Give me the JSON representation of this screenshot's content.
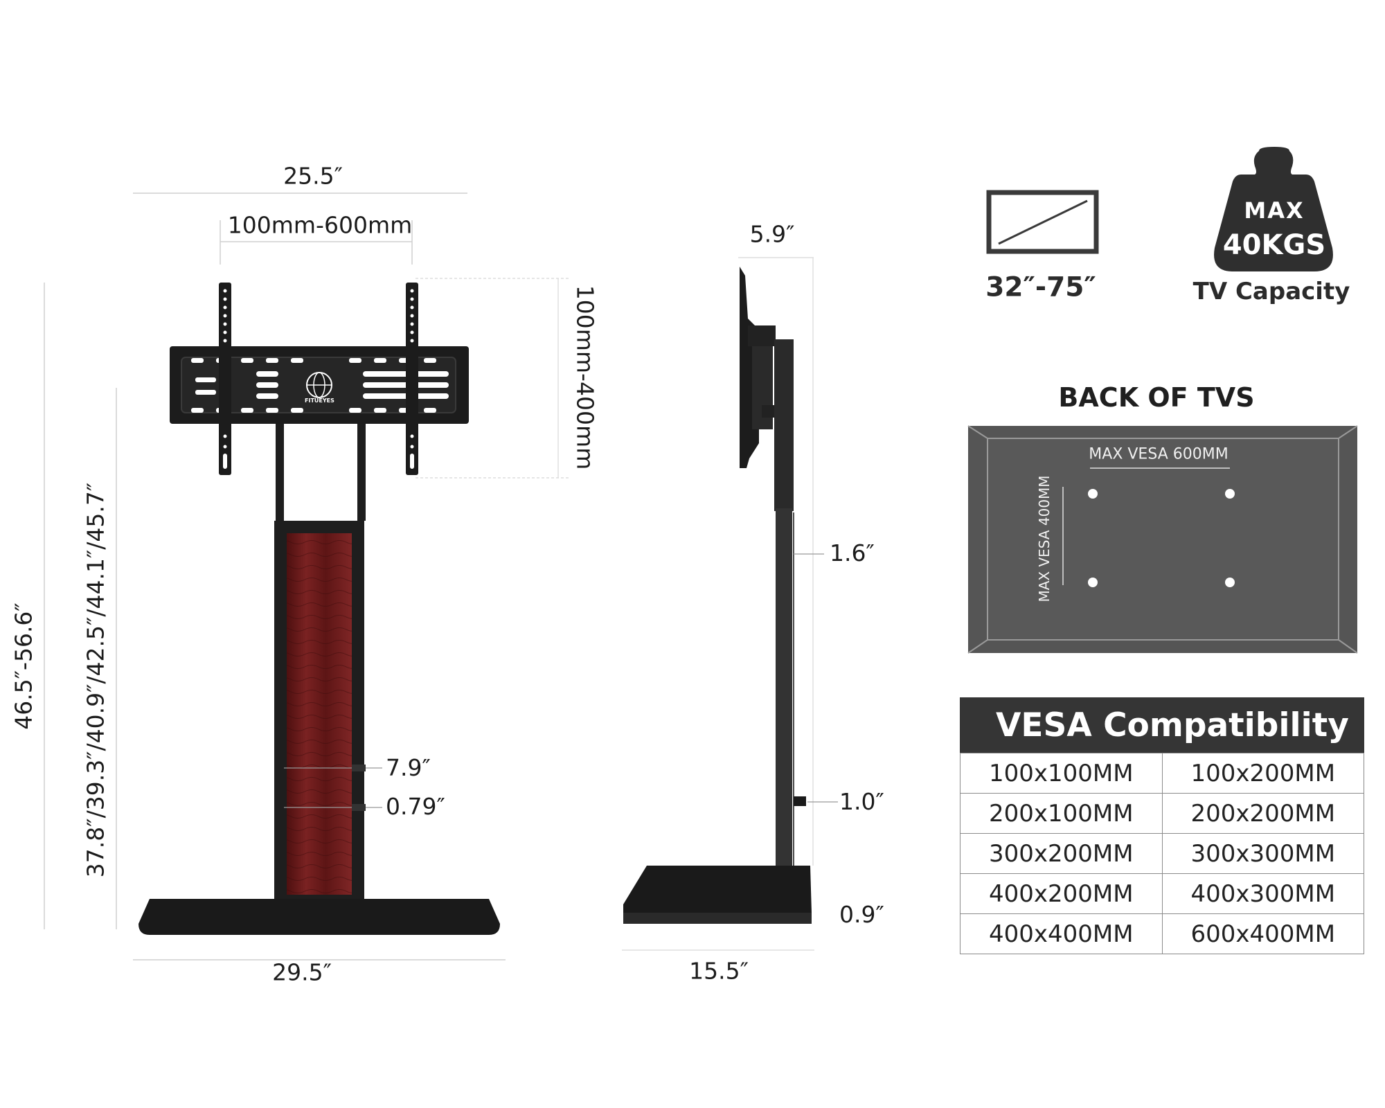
{
  "front_view": {
    "overall_width": "25.5″",
    "vesa_width_range": "100mm-600mm",
    "vesa_height_range": "100mm-400mm",
    "total_height_range": "46.5″-56.6″",
    "mount_heights": "37.8″/39.3″/40.9″/42.5″/44.1″/45.7″",
    "column_width": "7.9″",
    "column_gap": "0.79″",
    "base_width": "29.5″",
    "brand_logo": "FITUEYES"
  },
  "side_view": {
    "bracket_depth": "5.9″",
    "pole_width": "1.6″",
    "lower_section": "1.0″",
    "base_thickness": "0.9″",
    "base_depth": "15.5″"
  },
  "screen_size": {
    "icon": "tv-screen-icon",
    "label": "32″-75″"
  },
  "capacity": {
    "icon": "weight-icon",
    "line1": "MAX",
    "line2": "40KGS",
    "label": "TV Capacity"
  },
  "back_of_tvs": {
    "title": "BACK OF TVS",
    "horizontal_label": "MAX VESA 600MM",
    "vertical_label": "MAX VESA 400MM"
  },
  "vesa_table": {
    "title": "VESA Compatibility",
    "rows": [
      [
        "100x100MM",
        "100x200MM"
      ],
      [
        "200x100MM",
        "200x200MM"
      ],
      [
        "300x200MM",
        "300x300MM"
      ],
      [
        "400x200MM",
        "400x300MM"
      ],
      [
        "400x400MM",
        "600x400MM"
      ]
    ]
  },
  "colors": {
    "frame": "#1a1a1a",
    "wood": "#6b1a1a",
    "panel": "#555555",
    "table_header": "#353535"
  }
}
